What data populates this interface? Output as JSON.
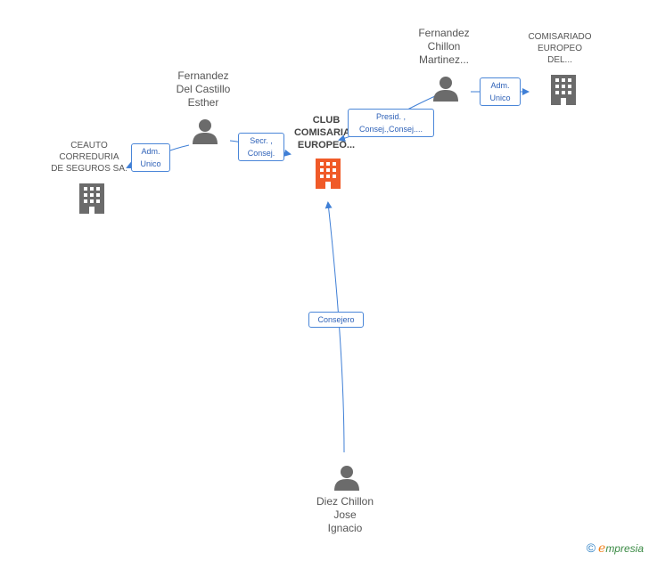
{
  "colors": {
    "edge": "#3f7fd6",
    "person_icon": "#6b6b6b",
    "company_icon": "#6b6b6b",
    "focus_company_icon": "#f05a28"
  },
  "nodes": {
    "fernandez_chillon": {
      "lines": [
        "Fernandez",
        "Chillon",
        "Martinez..."
      ],
      "icon": "person-icon"
    },
    "comisariado": {
      "lines": [
        "COMISARIADO",
        "EUROPEO",
        "DEL..."
      ],
      "icon": "building-icon"
    },
    "fernandez_castillo": {
      "lines": [
        "Fernandez",
        "Del Castillo",
        "Esther"
      ],
      "icon": "person-icon"
    },
    "club": {
      "lines": [
        "CLUB",
        "COMISARIA...",
        "EUROPEO..."
      ],
      "icon": "building-icon"
    },
    "ceauto": {
      "lines": [
        "CEAUTO",
        "CORREDURIA",
        "DE SEGUROS SA."
      ],
      "icon": "building-icon"
    },
    "diez_chillon": {
      "lines": [
        "Diez Chillon",
        "Jose",
        "Ignacio"
      ],
      "icon": "person-icon"
    }
  },
  "edges": {
    "adm_unico_comisariado": {
      "lines": [
        "Adm.",
        "Unico"
      ]
    },
    "presid_consej": {
      "lines": [
        "Presid. ,",
        "Consej.,Consej...."
      ]
    },
    "secr_consej": {
      "lines": [
        "Secr. ,",
        "Consej."
      ]
    },
    "adm_unico_ceauto": {
      "lines": [
        "Adm.",
        "Unico"
      ]
    },
    "consejero": {
      "lines": [
        "Consejero"
      ]
    }
  },
  "brand": {
    "copyright": "©",
    "e": "e",
    "rest": "mpresia"
  }
}
